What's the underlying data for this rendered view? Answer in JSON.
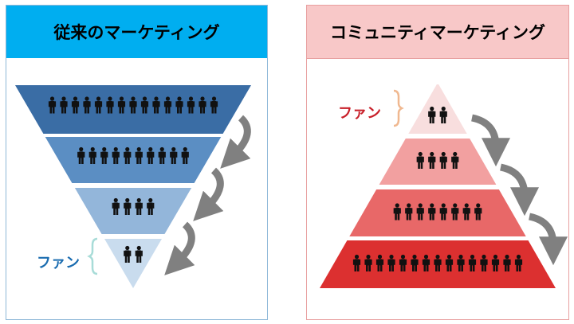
{
  "left": {
    "title": "従来のマーケティング",
    "fan_label": "ファン",
    "layers": [
      {
        "people": 15,
        "color": "#3a6da5"
      },
      {
        "people": 10,
        "color": "#5b8ec3"
      },
      {
        "people": 4,
        "color": "#93b6da"
      },
      {
        "people": 2,
        "color": "#c9dcee"
      }
    ],
    "arrows": 3,
    "brace_color": "#a8dcd8"
  },
  "right": {
    "title": "コミュニティマーケティング",
    "fan_label": "ファン",
    "layers": [
      {
        "people": 2,
        "color": "#f8dede"
      },
      {
        "people": 4,
        "color": "#f2a0a0"
      },
      {
        "people": 8,
        "color": "#e86868"
      },
      {
        "people": 15,
        "color": "#dc3030"
      }
    ],
    "arrows": 3,
    "brace_color": "#f0b890"
  },
  "colors": {
    "left_header": "#00aef0",
    "right_header": "#f8c8c8",
    "arrow": "#808080",
    "person": "#111111"
  }
}
